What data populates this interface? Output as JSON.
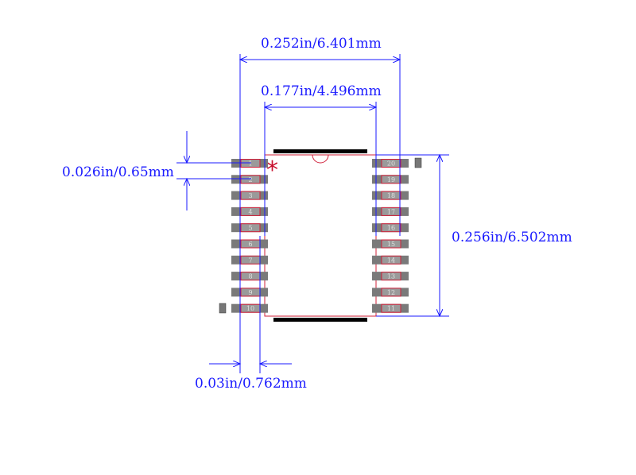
{
  "dimensions": {
    "overall_width": "0.252in/6.401mm",
    "body_width": "0.177in/4.496mm",
    "pitch": "0.026in/0.65mm",
    "body_length": "0.256in/6.502mm",
    "pad_length": "0.03in/0.762mm"
  },
  "pins": {
    "left": [
      "1",
      "2",
      "3",
      "4",
      "5",
      "6",
      "7",
      "8",
      "9",
      "10"
    ],
    "right": [
      "20",
      "19",
      "18",
      "17",
      "16",
      "15",
      "14",
      "13",
      "12",
      "11"
    ]
  },
  "colors": {
    "dimension": "#1a1aff",
    "outline": "#d0203a",
    "pad": "#7a7a7a",
    "silk": "#000000"
  }
}
